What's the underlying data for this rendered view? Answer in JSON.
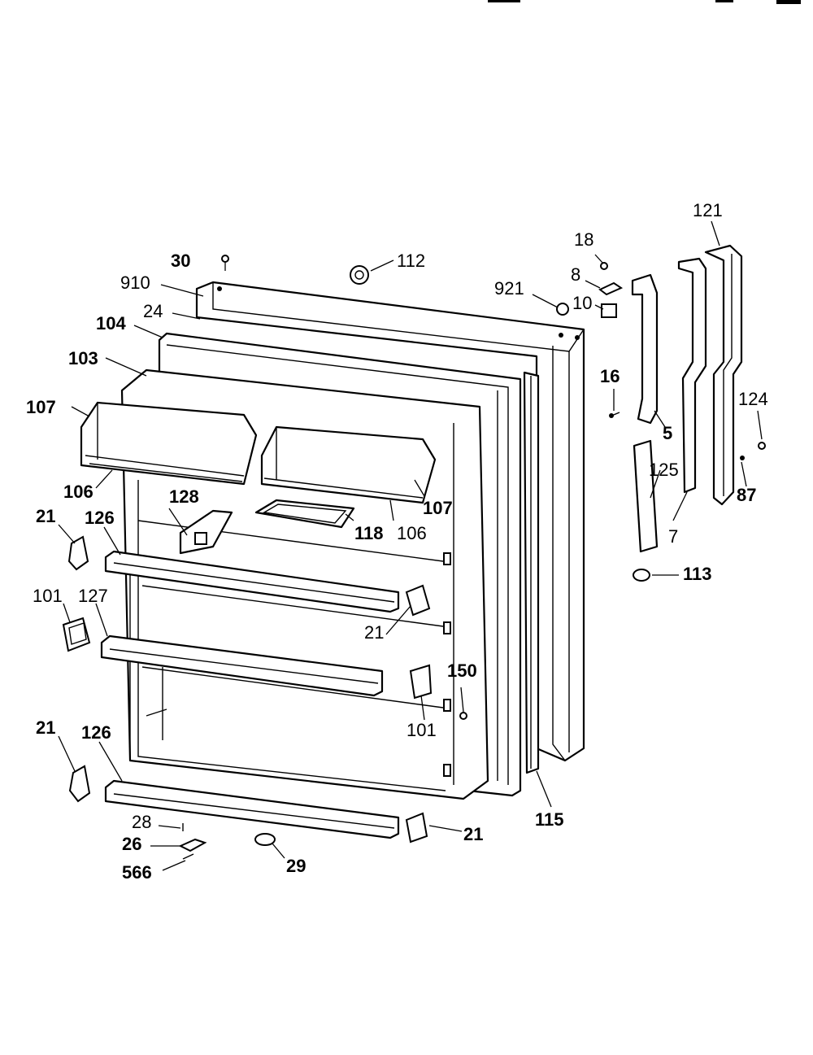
{
  "callouts": {
    "c30": "30",
    "c910": "910",
    "c24": "24",
    "c104": "104",
    "c103": "103",
    "c107a": "107",
    "c106a": "106",
    "c128": "128",
    "c21a": "21",
    "c126a": "126",
    "c101a": "101",
    "c127": "127",
    "c21b": "21",
    "c126b": "126",
    "c28": "28",
    "c26": "26",
    "c566": "566",
    "c29": "29",
    "c21c": "21",
    "c112": "112",
    "c921": "921",
    "c118": "118",
    "c106b": "106",
    "c107b": "107",
    "c21d": "21",
    "c150": "150",
    "c101b": "101",
    "c115": "115",
    "c18": "18",
    "c8": "8",
    "c10": "10",
    "c16": "16",
    "c5": "5",
    "c125": "125",
    "c7": "7",
    "c113": "113",
    "c121": "121",
    "c124": "124",
    "c87": "87"
  }
}
